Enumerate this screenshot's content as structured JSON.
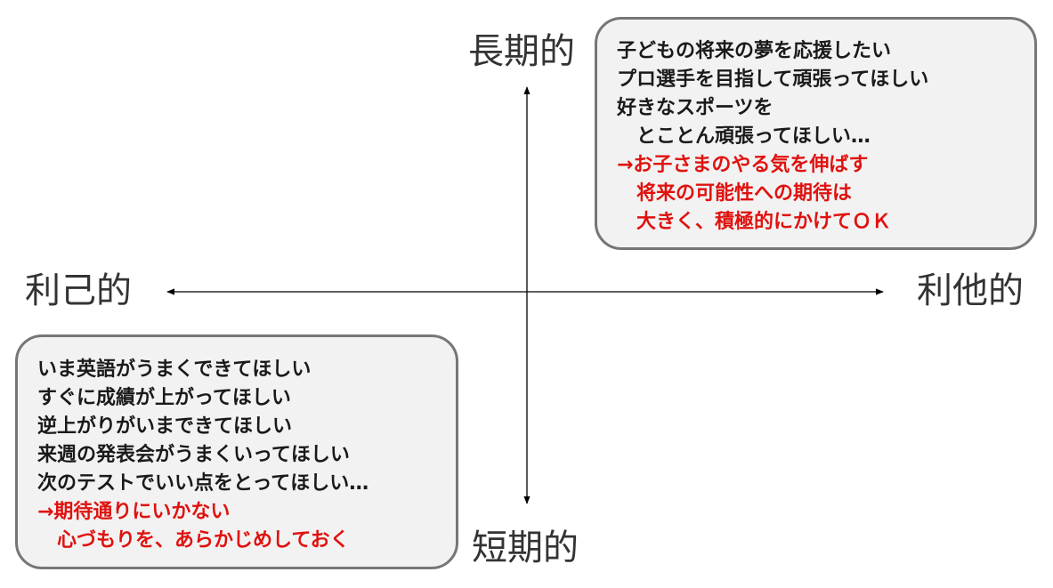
{
  "axes": {
    "top_label": "長期的",
    "bottom_label": "短期的",
    "left_label": "利己的",
    "right_label": "利他的",
    "line_color": "#000000"
  },
  "top_right_box": {
    "lines": [
      "子どもの将来の夢を応援したい",
      "プロ選手を目指して頑張ってほしい",
      "好きなスポーツを",
      "　とことん頑張ってほしい…",
      "→お子さまのやる気を伸ばす",
      "　将来の可能性への期待は",
      "　大きく、積極的にかけてＯＫ"
    ],
    "highlight_color": "#e0120f"
  },
  "bottom_left_box": {
    "lines": [
      "いま英語がうまくできてほしい",
      "すぐに成績が上がってほしい",
      "逆上がりがいまできてほしい",
      "来週の発表会がうまくいってほしい",
      "次のテストでいい点をとってほしい…",
      "→期待通りにいかない",
      "　心づもりを、あらかじめしておく"
    ],
    "highlight_color": "#e0120f"
  }
}
